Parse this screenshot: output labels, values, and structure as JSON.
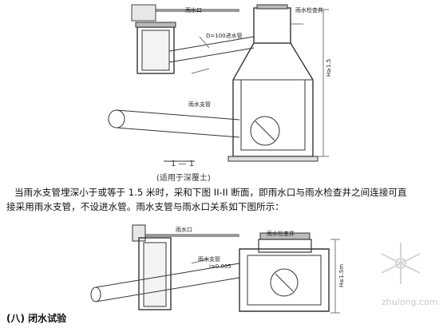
{
  "figure1": {
    "inlet_label": "雨水口",
    "well_label": "雨水检查井",
    "inlet_pipe_label": "D=100进水管",
    "branch_label": "雨水支管",
    "section_label": "1 — 1",
    "caption": "(适用于深覆土)",
    "depth_label": "H≥1.5"
  },
  "paragraph": {
    "line1": "当雨水支管埋深小于或等于 1.5 米时，采和下图 II-II 断面，即雨水口与雨水检查井之间连接可直",
    "line2": "接采用雨水支管，不设进水管。雨水支管与雨水口关系如下图所示："
  },
  "figure2": {
    "inlet_label": "雨水口",
    "well_label": "雨水检查井",
    "branch_label": "雨水支管",
    "slope_label": "i≥0.005",
    "depth_label": "H≤1.5m"
  },
  "section_heading": "(八) 闭水试验",
  "watermark": {
    "text": "zhulong.com"
  }
}
